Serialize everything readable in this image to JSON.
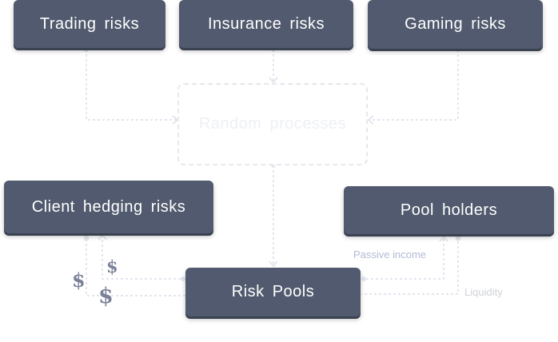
{
  "nodes": {
    "trading": "Trading risks",
    "insurance": "Insurance risks",
    "gaming": "Gaming risks",
    "random": "Random processes",
    "client": "Client hedging risks",
    "pool_holders": "Pool holders",
    "risk_pools": "Risk Pools"
  },
  "labels": {
    "passive_income": "Passive income",
    "liquidity": "Liquidity"
  },
  "icons": {
    "dollar": "$"
  },
  "colors": {
    "node_fill": "#515a6e",
    "connector": "#e3e6ee",
    "passive_income_text": "#b4bcd6",
    "liquidity_text": "#d0d2d8"
  }
}
